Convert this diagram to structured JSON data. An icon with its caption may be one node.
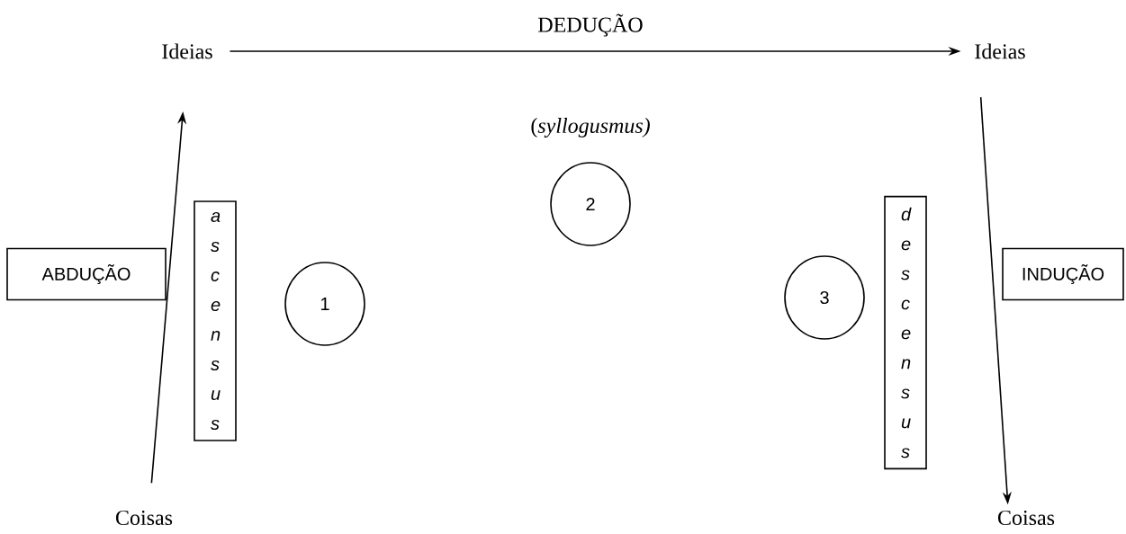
{
  "diagram": {
    "nodes": [
      {
        "text": [
          "Ideias"
        ]
      },
      {
        "text": [
          "Ideias"
        ]
      },
      {
        "text": [
          "Coisas"
        ]
      },
      {
        "text": [
          "Coisas"
        ]
      },
      {
        "text": [
          "ABDUÇÃO"
        ]
      },
      {
        "text": [
          "a s c e n s u s"
        ]
      },
      {
        "text": [
          "1"
        ]
      },
      {
        "text": [
          "2"
        ]
      },
      {
        "text": [
          "3"
        ]
      },
      {
        "text": [
          "d e s c e n s u s"
        ]
      },
      {
        "text": [
          "INDUÇÃO"
        ]
      }
    ],
    "edges": [
      {
        "from": 2,
        "to": 0,
        "arrow": "to"
      },
      {
        "from": 0,
        "to": 1,
        "arrow": "to",
        "label": "DEDUÇÃO"
      },
      {
        "from": 1,
        "to": 3,
        "arrow": "to"
      }
    ],
    "labels": [
      "(*syllogusmus)*"
    ]
  }
}
